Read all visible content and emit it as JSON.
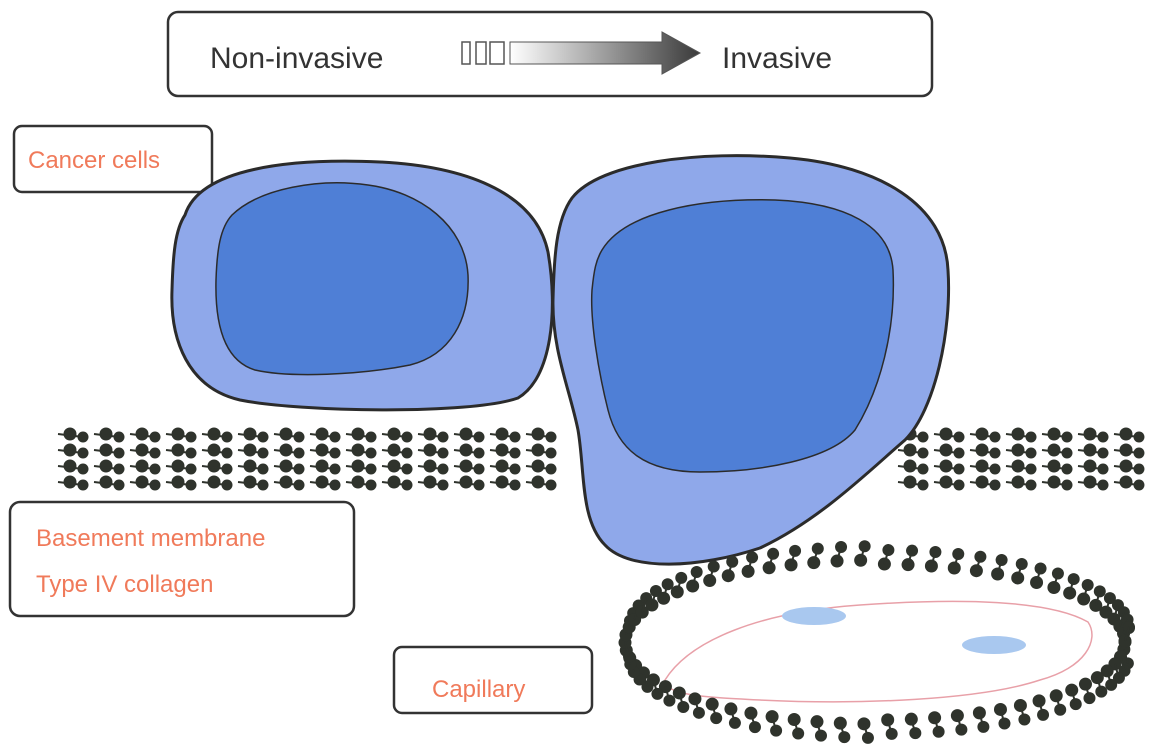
{
  "header": {
    "left_label": "Non-invasive",
    "right_label": "Invasive"
  },
  "labels": {
    "cancer_cells": "Cancer cells",
    "basement_membrane": "Basement membrane",
    "type_iv_collagen": "Type IV collagen",
    "capillary": "Capillary"
  },
  "colors": {
    "label_text": "#f07a5a",
    "header_text": "#333333",
    "cell_body": "#8fa8ea",
    "cell_nucleus": "#4f7fd6",
    "collagen_bead": "#2f332c",
    "capillary_lumen": "#e8a0a8",
    "endothelial_nucleus": "#a9c8ef"
  }
}
